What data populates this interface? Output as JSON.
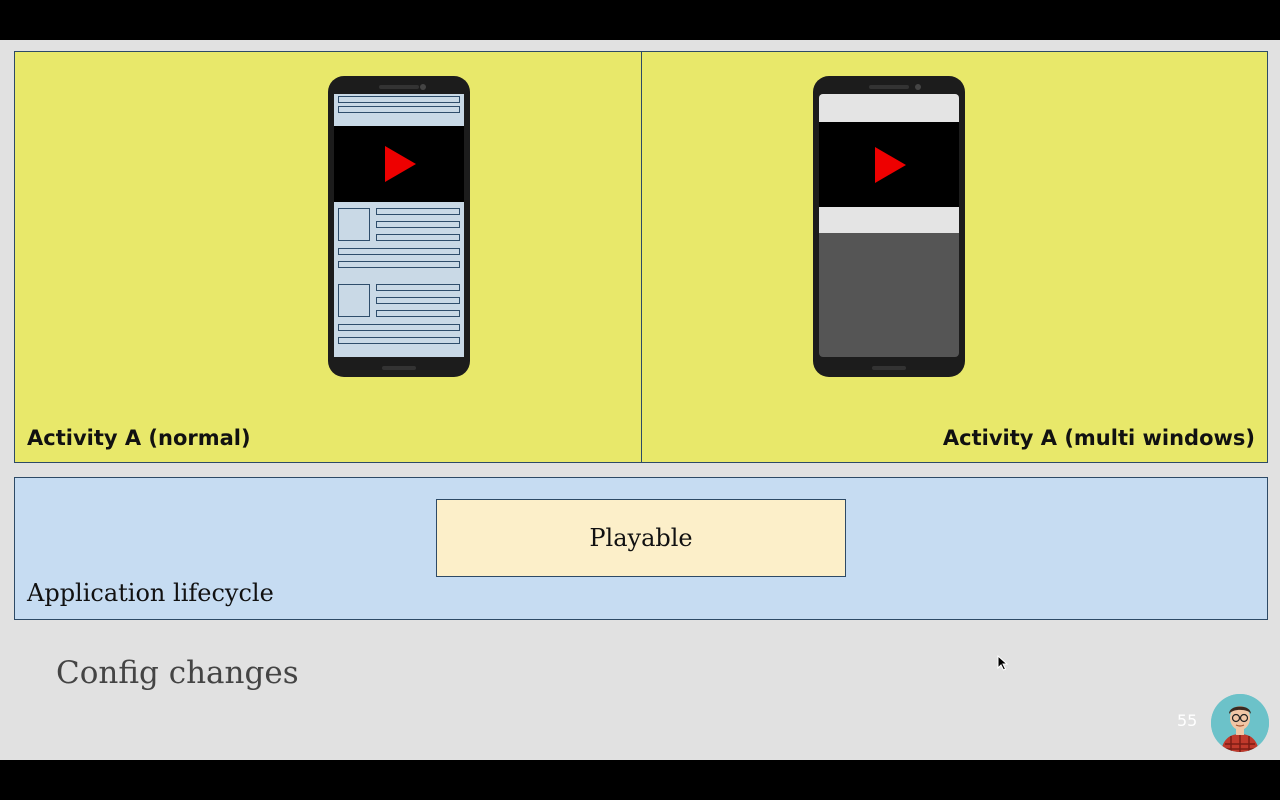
{
  "slide": {
    "title": "Config changes",
    "page_number": "55"
  },
  "activity_left": {
    "label": "Activity A (normal)"
  },
  "activity_right": {
    "label": "Activity A (multi windows)"
  },
  "lifecycle": {
    "label": "Application lifecycle",
    "playable_label": "Playable"
  },
  "colors": {
    "activity_bg": "#e8e86a",
    "lifecycle_bg": "#c6dcf2",
    "playable_bg": "#fcefc9",
    "play_button": "#ee0000"
  },
  "icons": {
    "play": "play-triangle-icon",
    "cursor": "mouse-cursor-icon"
  }
}
